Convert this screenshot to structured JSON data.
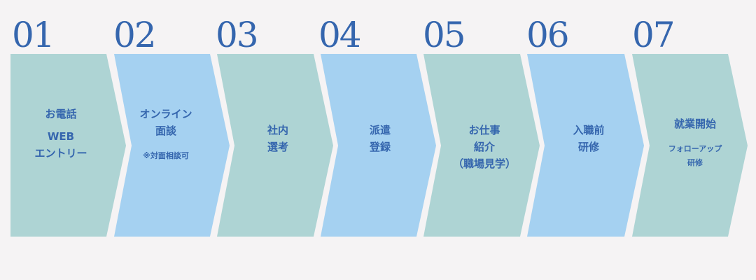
{
  "colors": {
    "teal": "#aed4d4",
    "blue": "#a5d1f1",
    "text": "#3566ae",
    "bg": "#f5f3f4"
  },
  "steps": [
    {
      "number": "01",
      "lines": [
        "お電話",
        "WEB",
        "エントリー"
      ],
      "color": "teal"
    },
    {
      "number": "02",
      "lines": [
        "オンライン",
        "面談",
        "※対面相談可"
      ],
      "color": "blue"
    },
    {
      "number": "03",
      "lines": [
        "社内",
        "選考"
      ],
      "color": "teal"
    },
    {
      "number": "04",
      "lines": [
        "派遣",
        "登録"
      ],
      "color": "blue"
    },
    {
      "number": "05",
      "lines": [
        "お仕事",
        "紹介",
        "（職場見学）"
      ],
      "color": "teal"
    },
    {
      "number": "06",
      "lines": [
        "入職前",
        "研修"
      ],
      "color": "blue"
    },
    {
      "number": "07",
      "lines": [
        "就業開始",
        "フォローアップ",
        "研修"
      ],
      "color": "teal"
    }
  ]
}
